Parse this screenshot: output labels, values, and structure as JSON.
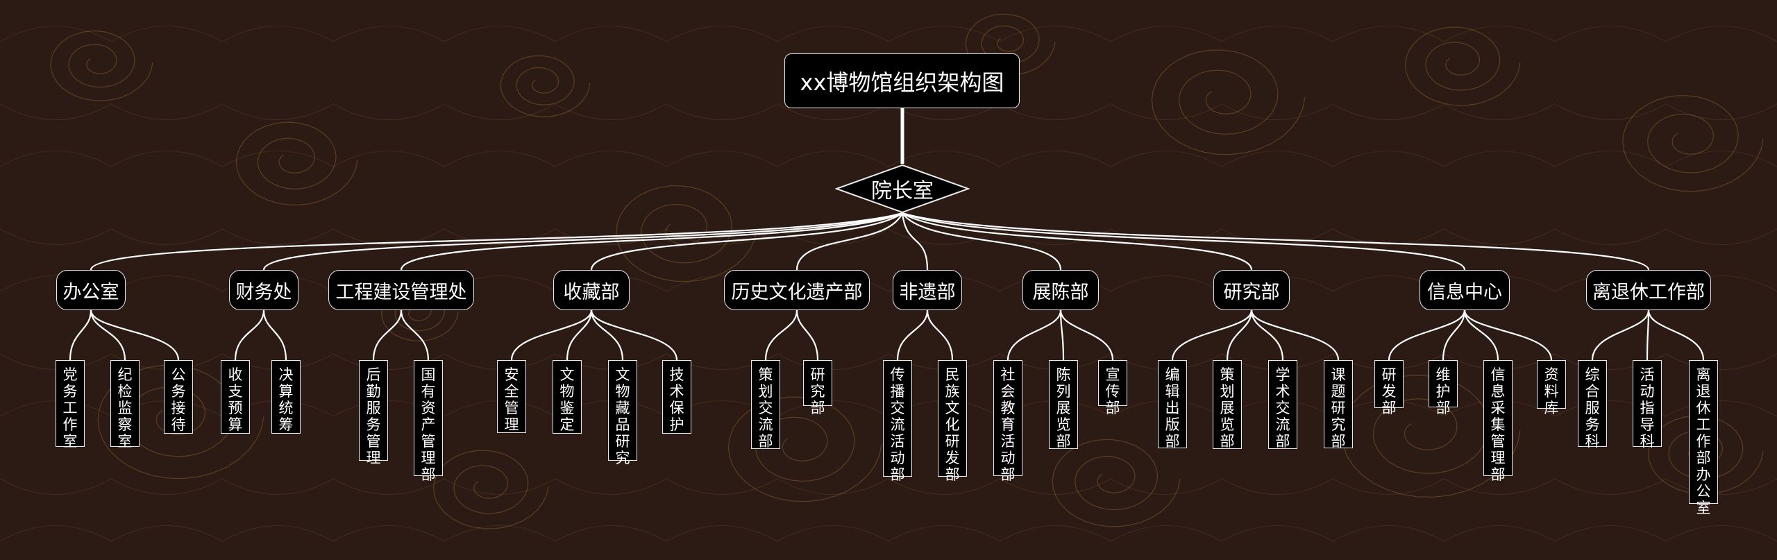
{
  "title": "xx博物馆组织架构图",
  "root": "院长室",
  "colors": {
    "background": "#2c1a14",
    "node_fill": "#000000",
    "line": "#ffffff",
    "pattern": "#b07a3c"
  },
  "departments": [
    {
      "label": "办公室",
      "children": [
        "党务工作室",
        "纪检监察室",
        "公务接待"
      ]
    },
    {
      "label": "财务处",
      "children": [
        "收支预算",
        "决算统筹"
      ]
    },
    {
      "label": "工程建设管理处",
      "children": [
        "后勤服务管理",
        "国有资产管理部"
      ]
    },
    {
      "label": "收藏部",
      "children": [
        "安全管理",
        "文物鉴定",
        "文物藏品研究",
        "技术保护"
      ]
    },
    {
      "label": "历史文化遗产部",
      "children": [
        "策划交流部",
        "研究部"
      ]
    },
    {
      "label": "非遗部",
      "children": [
        "传播交流活动部",
        "民族文化研发部"
      ]
    },
    {
      "label": "展陈部",
      "children": [
        "社会教育活动部",
        "陈列展览部",
        "宣传部"
      ]
    },
    {
      "label": "研究部",
      "children": [
        "编辑出版部",
        "策划展览部",
        "学术交流部",
        "课题研究部"
      ]
    },
    {
      "label": "信息中心",
      "children": [
        "研发部",
        "维护部",
        "信息采集管理部",
        "资料库"
      ]
    },
    {
      "label": "离退休工作部",
      "children": [
        "综合服务科",
        "活动指导科",
        "离退休工作部办公室"
      ]
    }
  ]
}
